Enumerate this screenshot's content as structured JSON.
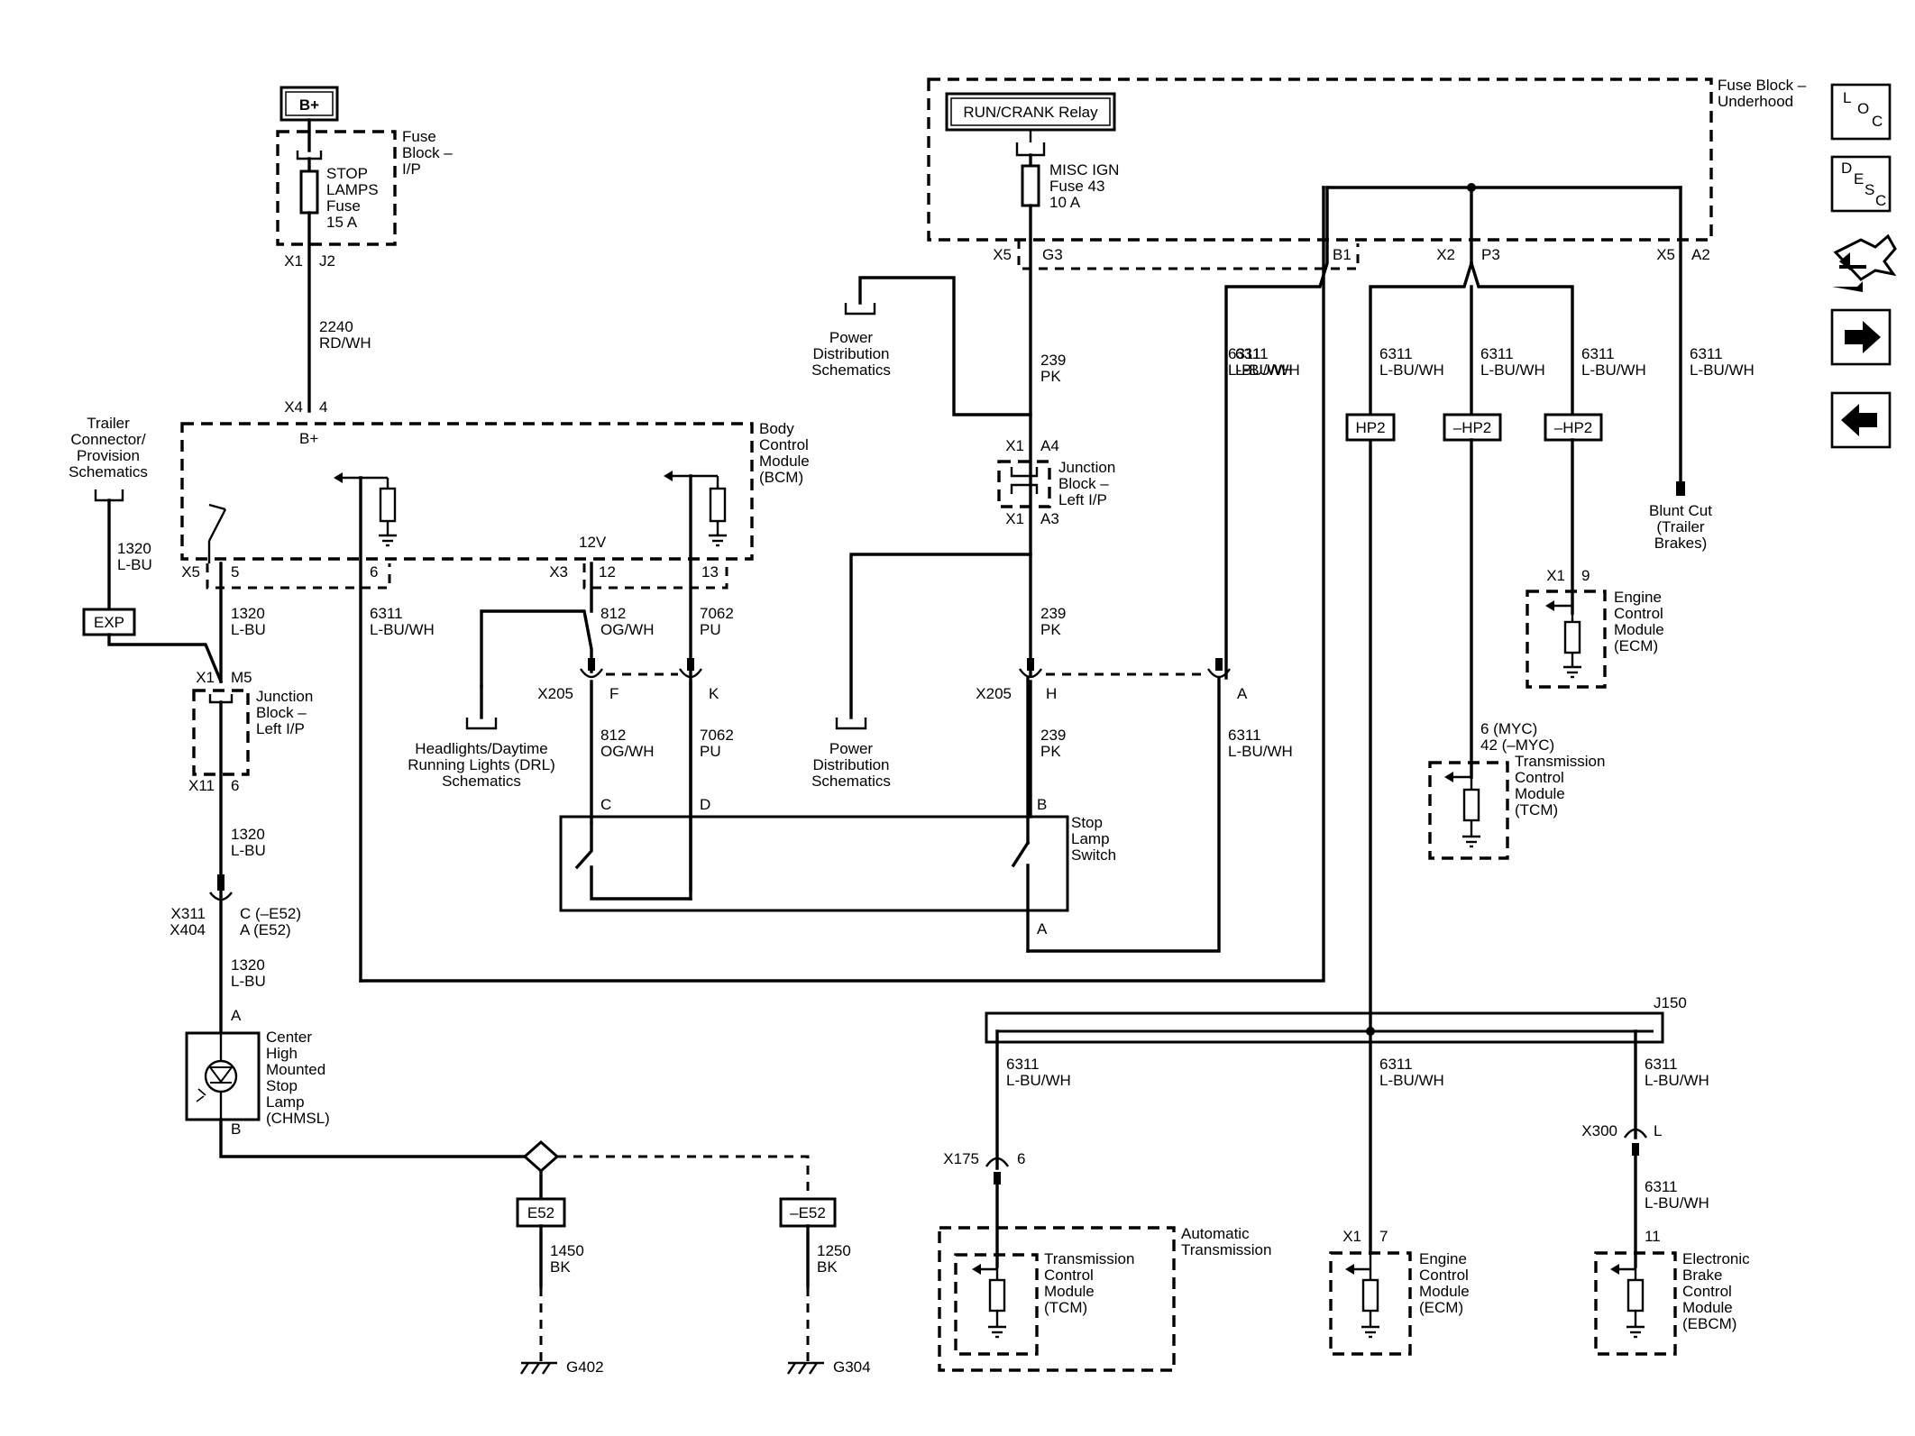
{
  "bplus_label": "B+",
  "run_crank_relay": "RUN/CRANK Relay",
  "fuse_block_ip": {
    "l1": "Fuse",
    "l2": "Block –",
    "l3": "I/P"
  },
  "stop_lamps_fuse": {
    "l1": "STOP",
    "l2": "LAMPS",
    "l3": "Fuse",
    "l4": "15 A"
  },
  "fuse_block_underhood": {
    "l1": "Fuse Block –",
    "l2": "Underhood"
  },
  "misc_ign_fuse": {
    "l1": "MISC IGN",
    "l2": "Fuse 43",
    "l3": "10 A"
  },
  "connectors": {
    "x1_j2": {
      "conn": "X1",
      "pin": "J2"
    },
    "x4_4": {
      "conn": "X4",
      "pin": "4"
    },
    "bcm_bplus": "B+",
    "x5_g3": {
      "conn": "X5",
      "pin": "G3"
    },
    "b1": "B1",
    "x2_p3": {
      "conn": "X2",
      "pin": "P3"
    },
    "x5_a2": {
      "conn": "X5",
      "pin": "A2"
    },
    "x1_a4": {
      "conn": "X1",
      "pin": "A4"
    },
    "x1_a3": {
      "conn": "X1",
      "pin": "A3"
    },
    "x5_5": {
      "conn": "X5",
      "pin": "5"
    },
    "pin6_bcm": "6",
    "v12": "12V",
    "x3_12": {
      "conn": "X3",
      "pin": "12"
    },
    "pin13": "13",
    "x205_left": "X205",
    "pin_f": "F",
    "pin_k": "K",
    "x205_right": "X205",
    "pin_h": "H",
    "pin_a_x205": "A",
    "x1_m5": {
      "conn": "X1",
      "pin": "M5"
    },
    "x11_6": {
      "conn": "X11",
      "pin": "6"
    },
    "x311": "X311",
    "x404": "X404",
    "x311_pins": {
      "l1": "C (–E52)",
      "l2": "A (E52)"
    },
    "chmsl_a": "A",
    "chmsl_b": "B",
    "switch_c": "C",
    "switch_d": "D",
    "switch_b": "B",
    "switch_a": "A",
    "x1_9": {
      "conn": "X1",
      "pin": "9"
    },
    "tcm_upper_pins": {
      "l1": "6 (MYC)",
      "l2": "42 (–MYC)"
    },
    "j150": "J150",
    "x175_6": {
      "conn": "X175",
      "pin": "6"
    },
    "x300_l": {
      "conn": "X300",
      "pin": "L"
    },
    "x1_7": {
      "conn": "X1",
      "pin": "7"
    },
    "pin11": "11"
  },
  "wires": {
    "w2240": {
      "num": "2240",
      "color": "RD/WH"
    },
    "w239_a": {
      "num": "239",
      "color": "PK"
    },
    "w239_b": {
      "num": "239",
      "color": "PK"
    },
    "w239_c": {
      "num": "239",
      "color": "PK"
    },
    "w6311_a": {
      "num": "6311",
      "color": "L-BU/WH"
    },
    "w6311_b": {
      "num": "6311",
      "color": "L-BU/WH"
    },
    "w6311_c": {
      "num": "6311",
      "color": "L-BU/WH"
    },
    "w6311_d": {
      "num": "6311",
      "color": "L-BU/WH"
    },
    "w6311_e": {
      "num": "6311",
      "color": "L-BU/WH"
    },
    "w6311_f": {
      "num": "6311",
      "color": "L-BU/WH"
    },
    "w6311_g": {
      "num": "6311",
      "color": "L-BU/WH"
    },
    "w6311_h": {
      "num": "6311",
      "color": "L-BU/WH"
    },
    "w6311_i": {
      "num": "6311",
      "color": "L-BU/WH"
    },
    "w6311_j": {
      "num": "6311",
      "color": "L-BU/WH"
    },
    "w6311_k": {
      "num": "6311",
      "color": "L-BU/WH"
    },
    "w1320_a": {
      "num": "1320",
      "color": "L-BU"
    },
    "w1320_b": {
      "num": "1320",
      "color": "L-BU"
    },
    "w1320_c": {
      "num": "1320",
      "color": "L-BU"
    },
    "w1320_d": {
      "num": "1320",
      "color": "L-BU"
    },
    "w812_a": {
      "num": "812",
      "color": "OG/WH"
    },
    "w812_b": {
      "num": "812",
      "color": "OG/WH"
    },
    "w7062_a": {
      "num": "7062",
      "color": "PU"
    },
    "w7062_b": {
      "num": "7062",
      "color": "PU"
    },
    "w1450": {
      "num": "1450",
      "color": "BK"
    },
    "w1250": {
      "num": "1250",
      "color": "BK"
    }
  },
  "components": {
    "bcm": {
      "l1": "Body",
      "l2": "Control",
      "l3": "Module",
      "l4": "(BCM)"
    },
    "trailer": {
      "l1": "Trailer",
      "l2": "Connector/",
      "l3": "Provision",
      "l4": "Schematics"
    },
    "exp": "EXP",
    "jb_left_upper": {
      "l1": "Junction",
      "l2": "Block –",
      "l3": "Left I/P"
    },
    "jb_left_lower": {
      "l1": "Junction",
      "l2": "Block –",
      "l3": "Left I/P"
    },
    "power_dist_upper": {
      "l1": "Power",
      "l2": "Distribution",
      "l3": "Schematics"
    },
    "power_dist_lower": {
      "l1": "Power",
      "l2": "Distribution",
      "l3": "Schematics"
    },
    "headlights": {
      "l1": "Headlights/Daytime",
      "l2": "Running Lights (DRL)",
      "l3": "Schematics"
    },
    "stop_lamp_switch": {
      "l1": "Stop",
      "l2": "Lamp",
      "l3": "Switch"
    },
    "chmsl": {
      "l1": "Center",
      "l2": "High",
      "l3": "Mounted",
      "l4": "Stop",
      "l5": "Lamp",
      "l6": "(CHMSL)"
    },
    "hp2_a": "HP2",
    "hp2_b": "–HP2",
    "hp2_c": "–HP2",
    "blunt_cut": {
      "l1": "Blunt Cut",
      "l2": "(Trailer",
      "l3": "Brakes)"
    },
    "ecm_upper": {
      "l1": "Engine",
      "l2": "Control",
      "l3": "Module",
      "l4": "(ECM)"
    },
    "tcm_upper": {
      "l1": "Transmission",
      "l2": "Control",
      "l3": "Module",
      "l4": "(TCM)"
    },
    "auto_trans": {
      "l1": "Automatic",
      "l2": "Transmission"
    },
    "tcm_lower": {
      "l1": "Transmission",
      "l2": "Control",
      "l3": "Module",
      "l4": "(TCM)"
    },
    "ecm_lower": {
      "l1": "Engine",
      "l2": "Control",
      "l3": "Module",
      "l4": "(ECM)"
    },
    "ebcm": {
      "l1": "Electronic",
      "l2": "Brake",
      "l3": "Control",
      "l4": "Module",
      "l5": "(EBCM)"
    },
    "e52": "E52",
    "neg_e52": "–E52",
    "g402": "G402",
    "g304": "G304"
  },
  "sidebar": {
    "loc": {
      "a": "L",
      "b": "O",
      "c": "C"
    },
    "desc": {
      "a": "D",
      "b": "E",
      "c": "S",
      "d": "C"
    }
  }
}
